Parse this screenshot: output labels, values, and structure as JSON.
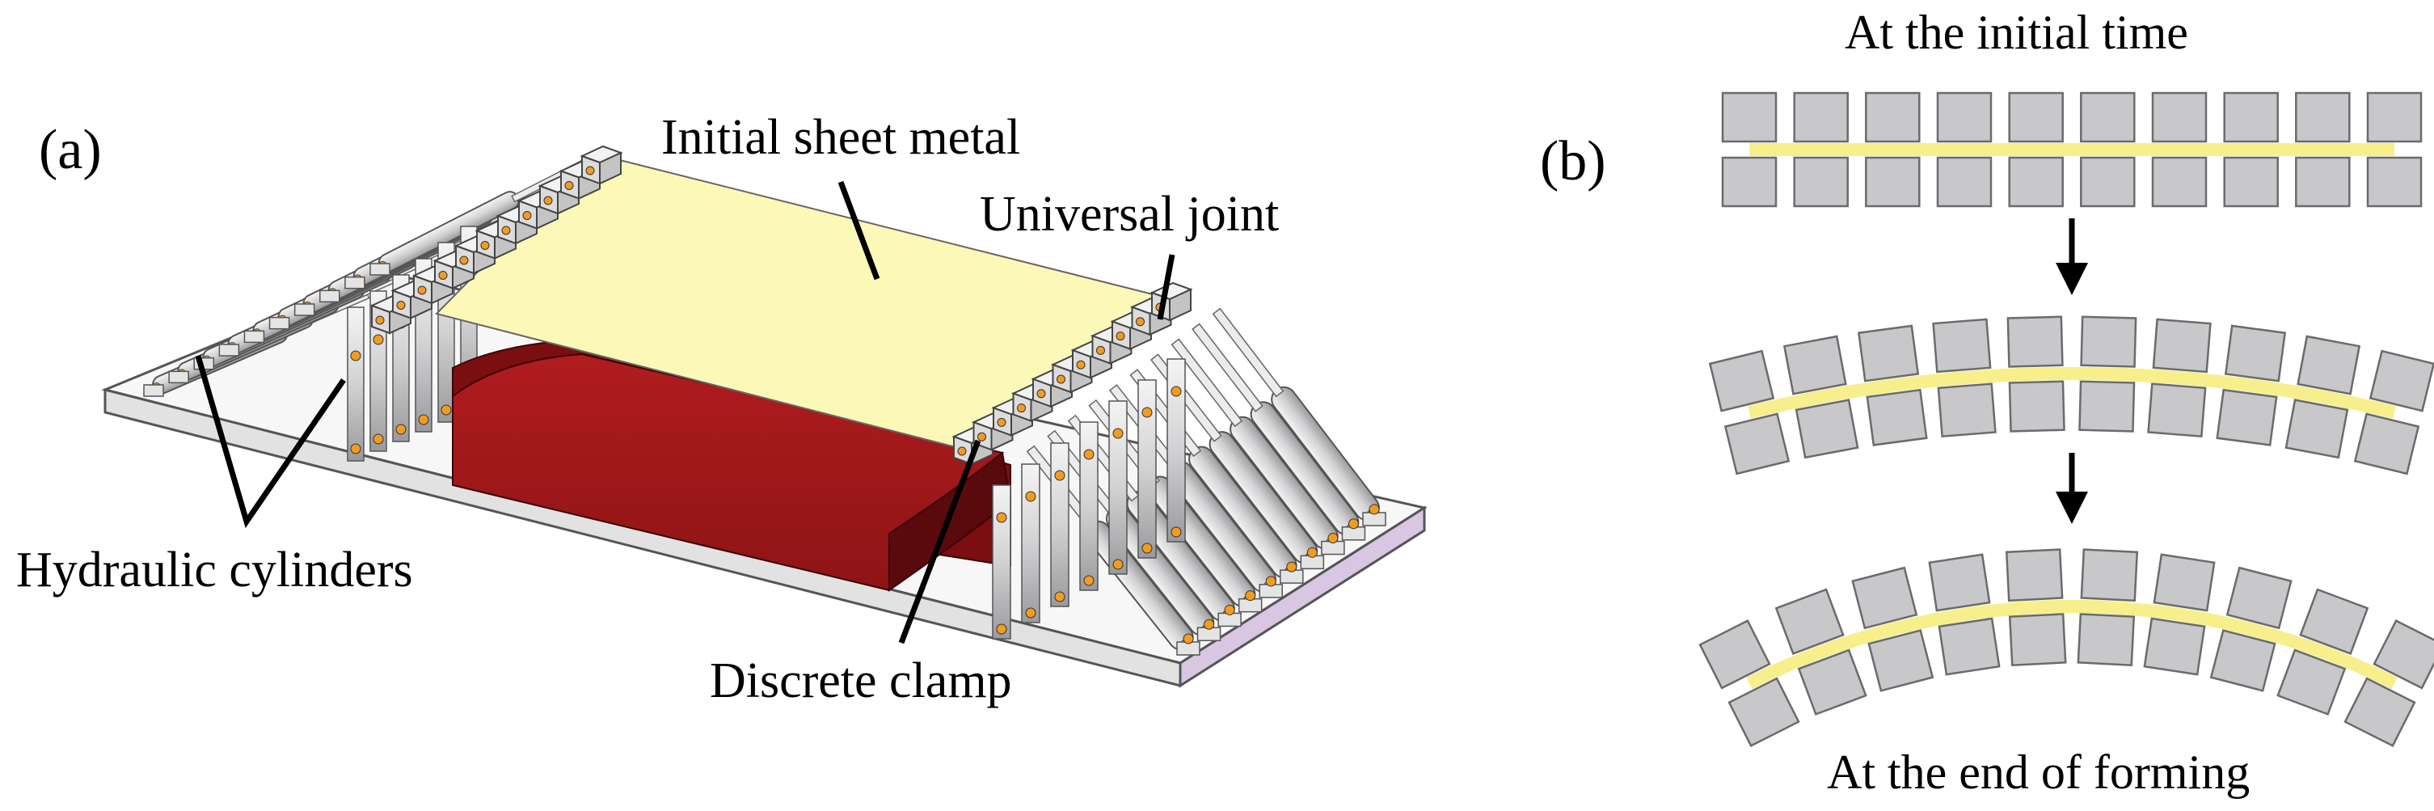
{
  "panel_a": {
    "label": "(a)",
    "callouts": {
      "sheet": "Initial sheet metal",
      "joint": "Universal joint",
      "cylinders": "Hydraulic cylinders",
      "clamp": "Discrete clamp"
    }
  },
  "panel_b": {
    "label": "(b)",
    "title_top": "At the initial time",
    "title_bottom": "At the end of forming",
    "stages": [
      {
        "name": "initial",
        "clamp_pairs": 10,
        "curvature": 0
      },
      {
        "name": "intermediate",
        "clamp_pairs": 10,
        "curvature": 1
      },
      {
        "name": "final",
        "clamp_pairs": 10,
        "curvature": 2
      }
    ]
  },
  "colors": {
    "sheet": "#fcf9b8",
    "die": "#a11a1c",
    "die_side": "#6e0e10",
    "clamp_block": "#c8c8ca",
    "strip": "#f6ee8c",
    "cylinder": "#e0e0e2",
    "pin": "#f29b21"
  }
}
